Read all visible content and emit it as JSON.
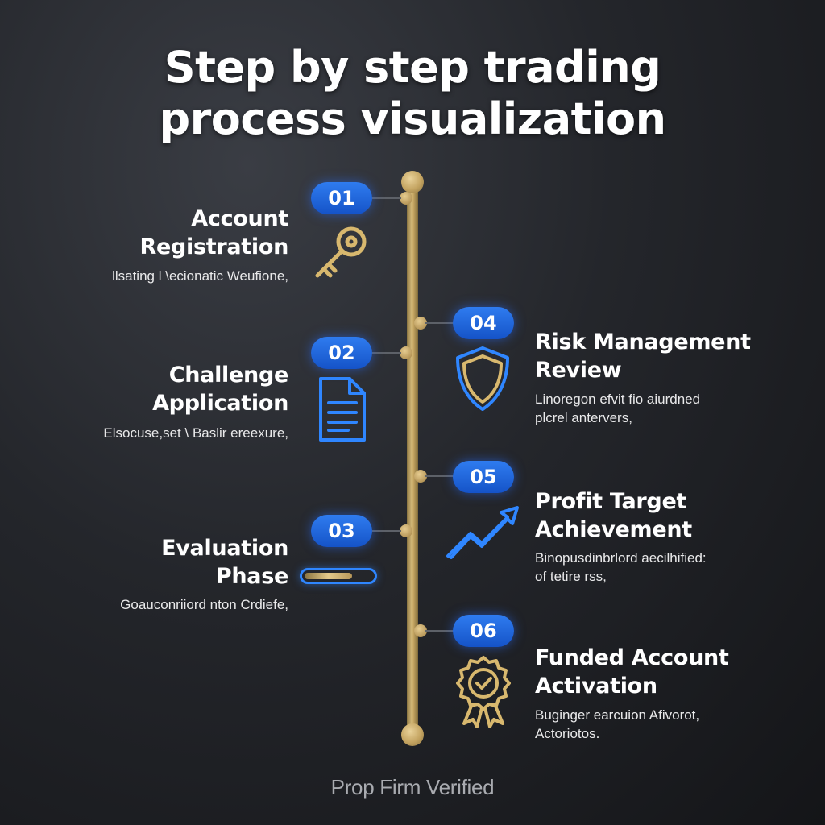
{
  "title": {
    "line1": "Step by step trading",
    "line2": "process visualization"
  },
  "colors": {
    "accent_blue": "#1f6bff",
    "gold": "#c8a862",
    "background": "#1c1d21"
  },
  "steps": [
    {
      "number": "01",
      "title_line1": "Account",
      "title_line2": "Registration",
      "desc_line1": "llsating l \\ecionatic Weufione,",
      "desc_line2": "",
      "icon": "key-icon"
    },
    {
      "number": "02",
      "title_line1": "Challenge",
      "title_line2": "Application",
      "desc_line1": "Elsocuse,set \\ Baslir ereexure,",
      "desc_line2": "",
      "icon": "document-icon"
    },
    {
      "number": "03",
      "title_line1": "Evaluation",
      "title_line2": "Phase",
      "desc_line1": "Goauconriiord nton Crdiefe,",
      "desc_line2": "",
      "icon": "progress-bar-icon"
    },
    {
      "number": "04",
      "title_line1": "Risk Management",
      "title_line2": "Review",
      "desc_line1": "Linoregon efvit fio aiurdned",
      "desc_line2": "plcrel antervers,",
      "icon": "shield-icon"
    },
    {
      "number": "05",
      "title_line1": "Profit Target",
      "title_line2": "Achievement",
      "desc_line1": "Binopusdinbrlord aecilhified:",
      "desc_line2": "of tetire rss,",
      "icon": "trend-up-arrow-icon"
    },
    {
      "number": "06",
      "title_line1": "Funded Account",
      "title_line2": "Activation",
      "desc_line1": "Buginger earcuion Afivorot,",
      "desc_line2": "Actoriotos.",
      "icon": "award-badge-icon"
    }
  ],
  "evaluation_progress": 0.7,
  "footer": "Prop Firm Verified"
}
